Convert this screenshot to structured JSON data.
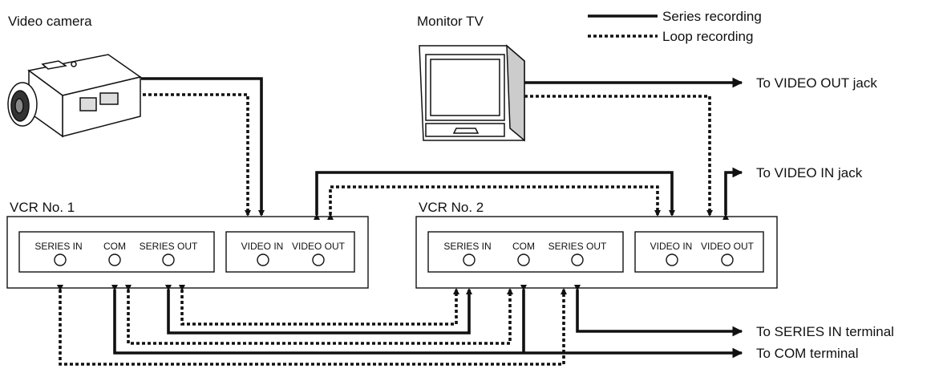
{
  "legend": {
    "series_label": "Series recording",
    "loop_label": "Loop recording"
  },
  "devices": {
    "camera_label": "Video camera",
    "monitor_label": "Monitor TV",
    "vcr1_label": "VCR No. 1",
    "vcr2_label": "VCR No. 2"
  },
  "vcr1_jacks": [
    "SERIES IN",
    "COM",
    "SERIES OUT",
    "VIDEO IN",
    "VIDEO OUT"
  ],
  "vcr2_jacks": [
    "SERIES IN",
    "COM",
    "SERIES OUT",
    "VIDEO IN",
    "VIDEO OUT"
  ],
  "outputs": {
    "video_out": "To VIDEO OUT jack",
    "video_in": "To VIDEO IN jack",
    "series_in": "To SERIES IN terminal",
    "com": "To COM terminal"
  }
}
